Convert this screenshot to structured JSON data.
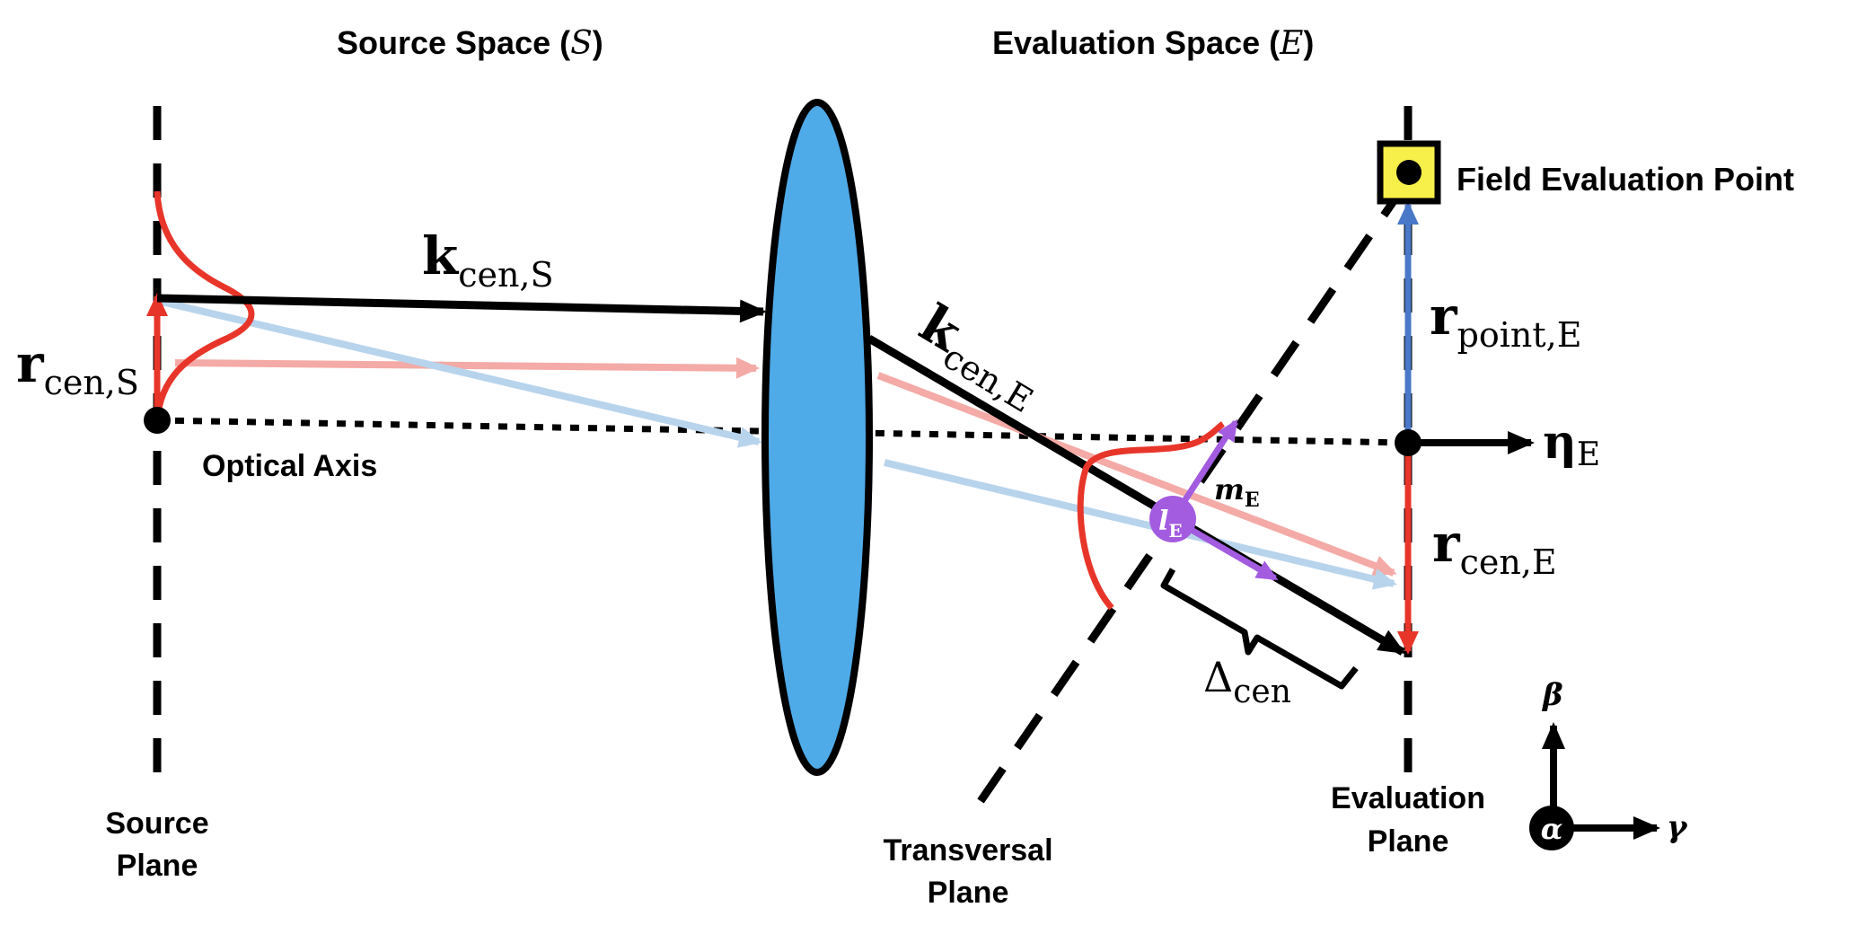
{
  "headings": {
    "source_space": "Source Space (",
    "source_symbol": "S",
    "evaluation_space": "Evaluation Space (",
    "evaluation_symbol": "E",
    "close_paren": ")"
  },
  "labels": {
    "optical_axis": "Optical Axis",
    "source_plane_line1": "Source",
    "source_plane_line2": "Plane",
    "transversal_plane_line1": "Transversal",
    "transversal_plane_line2": "Plane",
    "evaluation_plane_line1": "Evaluation",
    "evaluation_plane_line2": "Plane",
    "field_evaluation_point": "Field Evaluation Point"
  },
  "vectors": {
    "k_cen_s": {
      "main": "k",
      "sub": "cen,S"
    },
    "k_cen_e": {
      "main": "k",
      "sub": "cen,E"
    },
    "r_cen_s": {
      "main": "r",
      "sub": "cen,S"
    },
    "r_cen_e": {
      "main": "r",
      "sub": "cen,E"
    },
    "r_point_e": {
      "main": "r",
      "sub": "point,E"
    },
    "eta_e": {
      "main": "η",
      "sub": "E"
    },
    "m_e": {
      "main": "m",
      "sub": "E"
    },
    "l_e": {
      "main": "l",
      "sub": "E"
    },
    "delta_cen": {
      "main": "Δ",
      "sub": "cen"
    }
  },
  "axes": {
    "alpha": "α",
    "beta": "β",
    "gamma": "γ"
  },
  "colors": {
    "lens_fill": "#4faae8",
    "beam_red": "#e8352a",
    "ray_red_faint": "#f4aaa6",
    "ray_blue_faint": "#b8d4ec",
    "r_point_blue": "#4a78c8",
    "purple": "#a35ce0",
    "eval_point_yellow": "#f7ef4a"
  }
}
